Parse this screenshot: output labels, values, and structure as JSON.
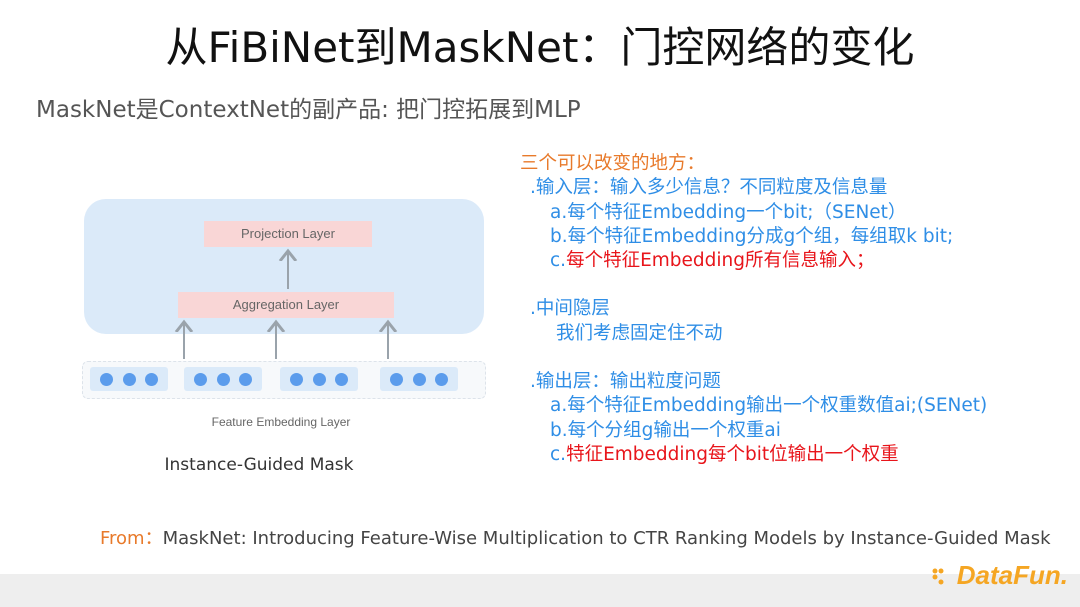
{
  "title": "从FiBiNet到MaskNet：门控网络的变化",
  "subtitle": "MaskNet是ContextNet的副产品: 把门控拓展到MLP",
  "diagram": {
    "projection_label": "Projection Layer",
    "aggregation_label": "Aggregation  Layer",
    "embedding_label": "Feature Embedding Layer",
    "caption": "Instance-Guided Mask",
    "embedding_groups": 4,
    "dots_per_group": 3
  },
  "notes": {
    "heading": "三个可以改变的地方：",
    "input_heading": ".输入层：输入多少信息？不同粒度及信息量",
    "input_a": "a.每个特征Embedding一个bit;（SENet）",
    "input_b": "b.每个特征Embedding分成g个组，每组取k bit;",
    "input_c_prefix": "c.",
    "input_c_text": "每个特征Embedding所有信息输入；",
    "middle_heading": ".中间隐层",
    "middle_text": "我们考虑固定住不动",
    "output_heading": ".输出层：输出粒度问题",
    "output_a": "a.每个特征Embedding输出一个权重数值ai;(SENet)",
    "output_b": "b.每个分组g输出一个权重ai",
    "output_c_prefix": "c.",
    "output_c_text": "特征Embedding每个bit位输出一个权重"
  },
  "from": {
    "label": "From：",
    "text": "MaskNet: Introducing Feature-Wise Multiplication to CTR Ranking Models by Instance-Guided Mask"
  },
  "logo": {
    "text": "DataFun.",
    "color": "#f5a623"
  },
  "colors": {
    "orange": "#e87a2b",
    "blue": "#2f8ee6",
    "red": "#e8151b"
  }
}
